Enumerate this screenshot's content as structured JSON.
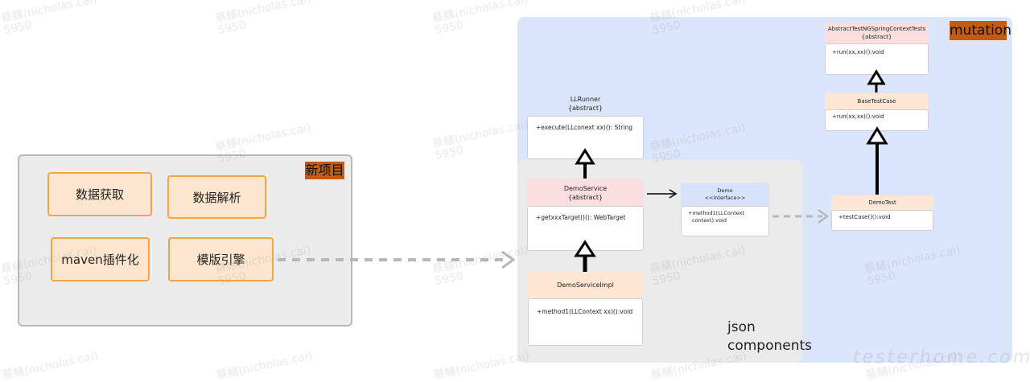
{
  "left_project": {
    "label": "新项目",
    "modules": [
      "数据获取",
      "数据解析",
      "maven插件化",
      "模版引擎"
    ]
  },
  "mutation_label": "mutation",
  "json_components_label": [
    "json",
    "components"
  ],
  "classes": {
    "llrunner": {
      "name": "LLRunner",
      "stereotype": "{abstract}",
      "method": "+execute(LLconext xx)(): String"
    },
    "demoservice": {
      "name": "DemoService",
      "stereotype": "{abstract}",
      "method": "+getxxxTarget()(): WebTarget"
    },
    "demoserviceimpl": {
      "name": "DemoServiceImpl",
      "method": "+method1(LLContext xx)():void"
    },
    "demo": {
      "name": "Demo",
      "stereotype": "<<interface>>",
      "method_line1": "+method1(LLContext",
      "method_line2": "context):void"
    },
    "abstracttest": {
      "name": "AbstractTestNGSpringContextTests",
      "stereotype": "{abstract}",
      "method": "+run(xx,xx)():void"
    },
    "basetestcase": {
      "name": "BaseTestCase",
      "method": "+run(xx,xx)():void"
    },
    "demotest": {
      "name": "DemoTest",
      "method": "+testCase()():void"
    }
  },
  "watermark": {
    "line1": "蔡鳝(nicholas.cai)",
    "line2": "5950"
  },
  "site_watermark": "testerhome.com",
  "colors": {
    "panel_blue": "#dbe5fb",
    "panel_gray": "#ebebeb",
    "tag_orange": "#c55a11",
    "module_fill": "#fde6cf",
    "module_border": "#f2a44a",
    "head_pink": "#fbdede",
    "head_orange": "#fde7d4",
    "head_blue": "#d7e2fb"
  }
}
